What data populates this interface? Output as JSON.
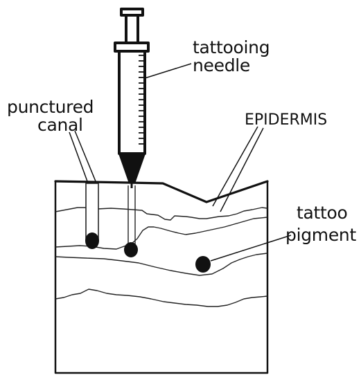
{
  "diagram": {
    "labels": {
      "needle_line1": "tattooing",
      "needle_line2": "needle",
      "canal_line1": "punctured",
      "canal_line2": "canal",
      "epidermis": "EPIDERMIS",
      "pigment_line1": "tattoo",
      "pigment_line2": "pigment"
    },
    "colors": {
      "ink": "#111111",
      "paper": "#ffffff"
    }
  }
}
